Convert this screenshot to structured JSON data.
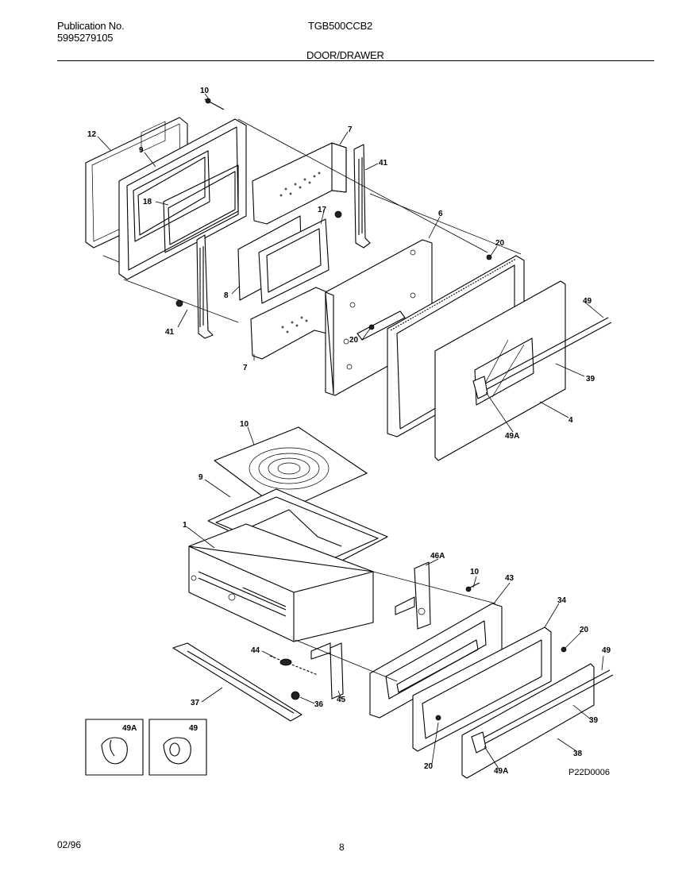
{
  "header": {
    "publication_label": "Publication No.",
    "publication_number": "5995279105",
    "model": "TGB500CCB2",
    "section": "DOOR/DRAWER"
  },
  "callouts": {
    "c10a": "10",
    "c12": "12",
    "c9a": "9",
    "c18": "18",
    "c7a": "7",
    "c41a": "41",
    "c17": "17",
    "c8": "8",
    "c6": "6",
    "c20a": "20",
    "c41b": "41",
    "c7b": "7",
    "c20b": "20",
    "c49a": "49",
    "c39a": "39",
    "c4": "4",
    "c49Aa": "49A",
    "c10b": "10",
    "c9b": "9",
    "c1": "1",
    "c46A": "46A",
    "c10c": "10",
    "c43": "43",
    "c34": "34",
    "c20c": "20",
    "c49b": "49",
    "c44": "44",
    "c45": "45",
    "c37": "37",
    "c36": "36",
    "c39b": "39",
    "c38": "38",
    "c20d": "20",
    "c49Ab": "49A"
  },
  "insets": {
    "left_label": "49A",
    "right_label": "49"
  },
  "drawing_code": "P22D0006",
  "footer": {
    "date": "02/96",
    "page": "8"
  }
}
